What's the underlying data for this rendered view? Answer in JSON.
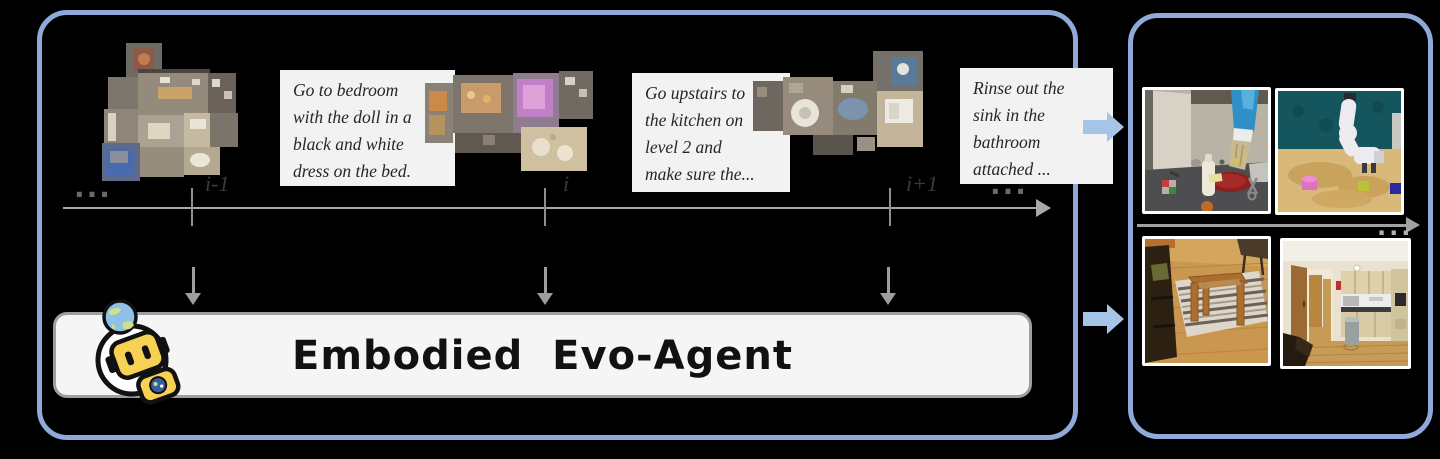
{
  "figure": {
    "title_hint": "embodied agent lifelong-evolution pipeline figure"
  },
  "colors": {
    "background": "#000000",
    "panel_border": "#8fa9d9",
    "block_arrow": "#a6c4e6",
    "timeline_line": "#a8a8a8",
    "tick": "#8f8f8f",
    "tick_label": "#3a3a40",
    "instruction_bg": "#f2f2f2",
    "instruction_text": "#262626",
    "agent_box_bg": "#f5f5f5",
    "agent_box_border": "#9e9e9e",
    "down_arrow": "#9e9e9e",
    "photo_border": "#ffffff",
    "robot_yellow": "#f7d154",
    "earth_blue": "#8fc1e8"
  },
  "timeline": {
    "ellipsis_left": "...",
    "ellipsis_right": "...",
    "ticks": [
      "i-1",
      "i",
      "i+1"
    ]
  },
  "instructions": {
    "box1": "Go to bedroom\nwith the doll in a\nblack and white\ndress on the bed.",
    "box2": "Go upstairs to\nthe kitchen on\nlevel 2 and\nmake sure the...",
    "box3": "Rinse out the\nsink in the\nbathroom\nattached ..."
  },
  "agent": {
    "label": "Embodied Evo-Agent"
  },
  "right_panel": {
    "ellipsis": "...",
    "images": [
      "simulated-tabletop-robot-arm",
      "franka-arm-with-blocks",
      "living-room-coffee-table",
      "apartment-kitchen-hallway"
    ]
  },
  "icons": {
    "mascot": "robot-with-earth-mascot",
    "arrows": [
      "down-arrow",
      "timeline-right-arrow",
      "blue-block-arrow"
    ]
  },
  "scans": [
    "house-3d-scan-i-minus-1",
    "house-3d-scan-i",
    "house-3d-scan-i-plus-1"
  ]
}
